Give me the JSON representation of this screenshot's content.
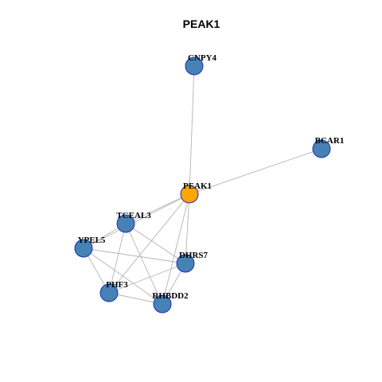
{
  "title": "PEAK1",
  "colors": {
    "background": "#ffffff",
    "hub_node": "#ffa500",
    "node": "#4682b4",
    "node_border": "#1c2fb8",
    "edge": "#b4b4b4"
  },
  "nodes": [
    {
      "id": "CNPY4",
      "label": "CNPY4",
      "role": "neighbor"
    },
    {
      "id": "BCAR1",
      "label": "BCAR1",
      "role": "neighbor"
    },
    {
      "id": "PEAK1",
      "label": "PEAK1",
      "role": "hub"
    },
    {
      "id": "TCEAL3",
      "label": "TCEAL3",
      "role": "neighbor"
    },
    {
      "id": "YPEL5",
      "label": "YPEL5",
      "role": "neighbor"
    },
    {
      "id": "DHRS7",
      "label": "DHRS7",
      "role": "neighbor"
    },
    {
      "id": "PHF3",
      "label": "PHF3",
      "role": "neighbor"
    },
    {
      "id": "RHBDD2",
      "label": "RHBDD2",
      "role": "neighbor"
    }
  ],
  "edges": [
    [
      "PEAK1",
      "CNPY4"
    ],
    [
      "PEAK1",
      "BCAR1"
    ],
    [
      "PEAK1",
      "TCEAL3"
    ],
    [
      "PEAK1",
      "YPEL5"
    ],
    [
      "PEAK1",
      "DHRS7"
    ],
    [
      "PEAK1",
      "PHF3"
    ],
    [
      "PEAK1",
      "RHBDD2"
    ],
    [
      "TCEAL3",
      "YPEL5"
    ],
    [
      "TCEAL3",
      "DHRS7"
    ],
    [
      "TCEAL3",
      "PHF3"
    ],
    [
      "TCEAL3",
      "RHBDD2"
    ],
    [
      "YPEL5",
      "DHRS7"
    ],
    [
      "YPEL5",
      "PHF3"
    ],
    [
      "YPEL5",
      "RHBDD2"
    ],
    [
      "DHRS7",
      "PHF3"
    ],
    [
      "DHRS7",
      "RHBDD2"
    ],
    [
      "PHF3",
      "RHBDD2"
    ]
  ]
}
